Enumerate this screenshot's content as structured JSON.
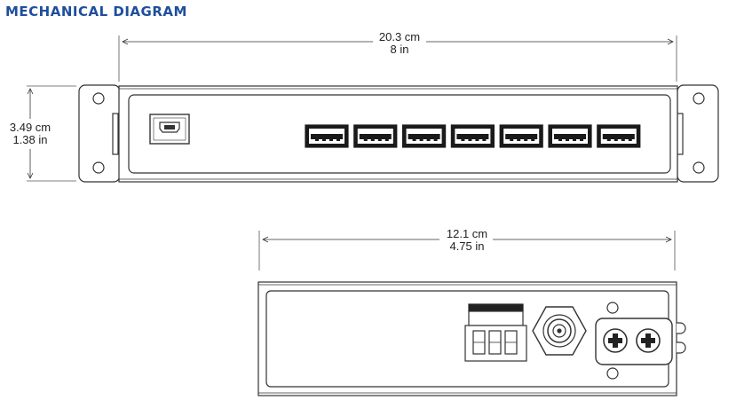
{
  "title": "MECHANICAL DIAGRAM",
  "colors": {
    "title": "#1f4e9c",
    "line": "#333333",
    "fill": "#ffffff"
  },
  "dimensions": {
    "top_width": {
      "cm": "20.3 cm",
      "in": "8 in"
    },
    "top_height": {
      "cm": "3.49 cm",
      "in": "1.38 in"
    },
    "side_width": {
      "cm": "12.1 cm",
      "in": "4.75 in"
    }
  },
  "front_view": {
    "usb_a_port_count": 7,
    "usb_b_port_count": 1
  },
  "side_view": {
    "terminal_block_count": 1,
    "power_jack_count": 1,
    "screw_terminal_count": 2
  }
}
